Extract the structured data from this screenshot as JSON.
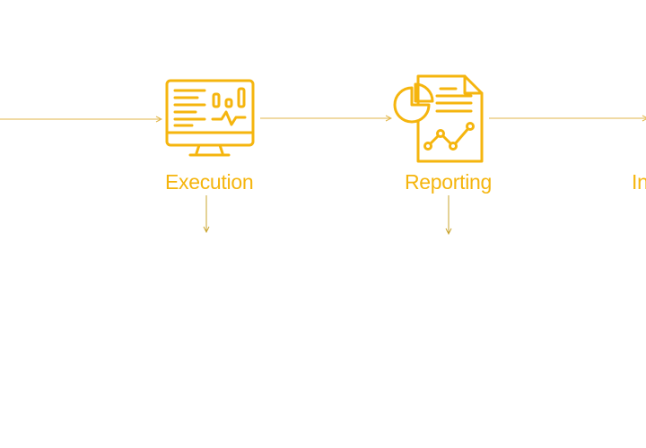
{
  "colors": {
    "accent": "#F5B50E",
    "connector": "#E2B648",
    "drop_arrow": "#C9A42E",
    "background": "#FFFFFF"
  },
  "steps": [
    {
      "label": "Execution",
      "icon": "monitor-dashboard-icon"
    },
    {
      "label": "Reporting",
      "icon": "report-document-chart-icon"
    },
    {
      "label": "In",
      "icon": ""
    }
  ]
}
